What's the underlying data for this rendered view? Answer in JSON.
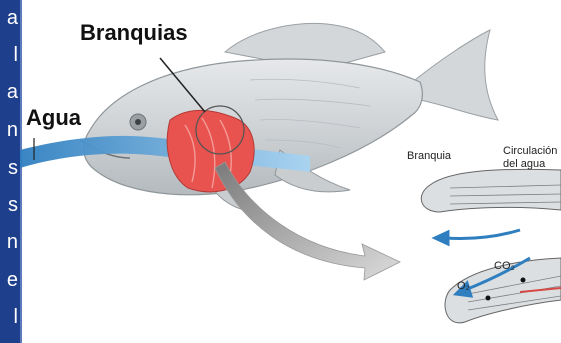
{
  "sidebar": {
    "words": [
      "a",
      "l",
      "a",
      "n",
      "s",
      "s",
      "n",
      "e",
      "l"
    ]
  },
  "diagram": {
    "label_gills": "Branquias",
    "label_water": "Agua",
    "detail_label_gill": "Branquia",
    "detail_label_circulation_line1": "Circulación",
    "detail_label_circulation_line2": "del agua",
    "label_co2": "CO₂",
    "label_o2": "O₂"
  },
  "colors": {
    "sidebar_bg": "#1e3f8c",
    "water": "#2f7fc0",
    "gill": "#e8534f",
    "fish": "#cfd3d6"
  }
}
